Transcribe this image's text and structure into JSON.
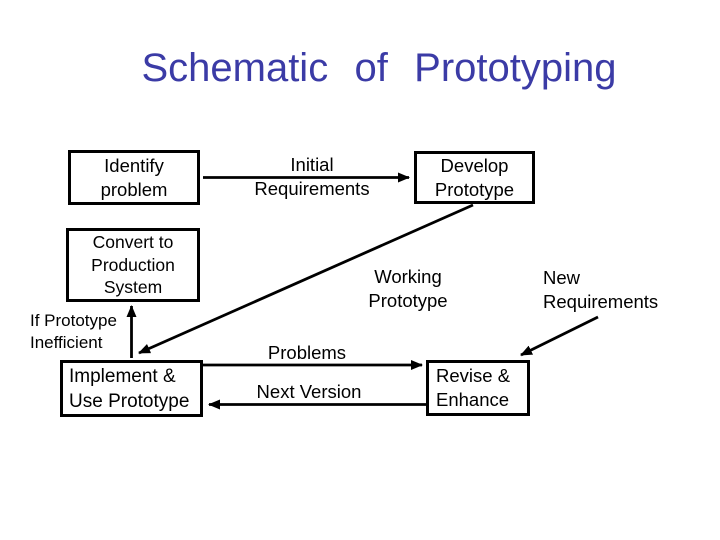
{
  "slide": {
    "title": "Schematic of Prototyping",
    "title_color": "#3B3BA6",
    "background_color": "#FFFFFF",
    "line_color": "#000000"
  },
  "boxes": {
    "identify_problem": {
      "lines": [
        "Identify",
        "problem"
      ]
    },
    "develop_prototype": {
      "lines": [
        "Develop",
        "Prototype"
      ]
    },
    "convert_production_system": {
      "lines": [
        "Convert to",
        "Production",
        "System"
      ]
    },
    "implement_use_prototype": {
      "lines": [
        "Implement &",
        "Use Prototype"
      ]
    },
    "revise_enhance": {
      "lines": [
        "Revise &",
        "Enhance"
      ]
    }
  },
  "labels": {
    "initial_requirements": {
      "lines": [
        "Initial",
        "Requirements"
      ]
    },
    "working_prototype": {
      "lines": [
        "Working",
        "Prototype"
      ]
    },
    "new_requirements": {
      "lines": [
        "New",
        "Requirements"
      ]
    },
    "if_prototype_inefficient": {
      "lines": [
        "If Prototype",
        "Inefficient"
      ]
    },
    "problems": {
      "text": "Problems"
    },
    "next_version": {
      "text": "Next Version"
    }
  },
  "arrows": [
    {
      "id": "initial-requirements-arrow",
      "from": "identify_problem",
      "to": "develop_prototype",
      "label": "Initial Requirements",
      "direction": "right"
    },
    {
      "id": "working-prototype-arrow",
      "from": "develop_prototype",
      "to": "implement_use_prototype",
      "label": "Working Prototype",
      "direction": "down-left"
    },
    {
      "id": "if-inefficient-arrow",
      "from": "implement_use_prototype",
      "to": "convert_production_system",
      "label": "If Prototype Inefficient",
      "direction": "up"
    },
    {
      "id": "problems-arrow",
      "from": "implement_use_prototype",
      "to": "revise_enhance",
      "label": "Problems",
      "direction": "right"
    },
    {
      "id": "next-version-arrow",
      "from": "revise_enhance",
      "to": "implement_use_prototype",
      "label": "Next Version",
      "direction": "left"
    },
    {
      "id": "new-requirements-arrow",
      "from": "new_requirements",
      "to": "revise_enhance",
      "label": "New Requirements",
      "direction": "down-left"
    }
  ]
}
